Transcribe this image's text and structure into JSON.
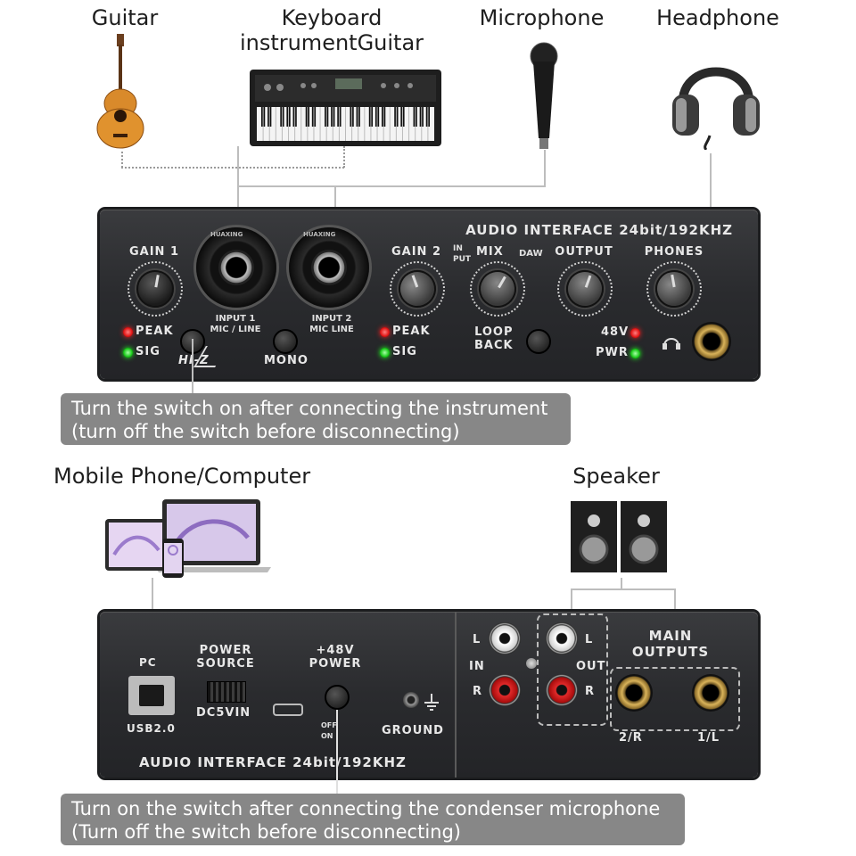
{
  "devices": {
    "guitar": "Guitar",
    "keyboard_line1": "Keyboard",
    "keyboard_line2": "instrumentGuitar",
    "microphone": "Microphone",
    "headphone": "Headphone",
    "mobile_computer": "Mobile Phone/Computer",
    "speaker": "Speaker"
  },
  "front_panel": {
    "brand": "HUAXING",
    "title": "AUDIO INTERFACE 24bit/192KHZ",
    "gain1": "GAIN 1",
    "gain2": "GAIN 2",
    "mix_in": "IN",
    "mix_put": "PUT",
    "mix": "MIX",
    "mix_daw": "DAW",
    "output": "OUTPUT",
    "phones": "PHONES",
    "input1_line1": "INPUT 1",
    "input1_line2": "MIC / LINE",
    "input2_line1": "INPUT 2",
    "input2_line2": "MIC   LINE",
    "peak1": "PEAK",
    "sig1": "SIG",
    "peak2": "PEAK",
    "sig2": "SIG",
    "hiz": "HI-Z",
    "mono": "MONO",
    "loop": "LOOP",
    "back": "BACK",
    "v48": "48V",
    "pwr": "PWR"
  },
  "back_panel": {
    "pc": "PC",
    "usb": "USB2.0",
    "power_source_1": "POWER",
    "power_source_2": "SOURCE",
    "dc5vin": "DC5VIN",
    "p48_1": "+48V",
    "p48_2": "POWER",
    "off": "OFF",
    "on": "ON",
    "ground": "GROUND",
    "title": "AUDIO INTERFACE 24bit/192KHZ",
    "l_in": "L",
    "r_in": "R",
    "in": "IN",
    "l_out": "L",
    "r_out": "R",
    "out": "OUT",
    "main_1": "MAIN",
    "main_2": "OUTPUTS",
    "out_2r": "2/R",
    "out_1l": "1/L"
  },
  "callouts": {
    "hiz_line1": "Turn the switch on after connecting the instrument",
    "hiz_line2": "(turn off the switch before disconnecting)",
    "phantom_line1": "Turn on the switch after connecting the condenser microphone",
    "phantom_line2": "(Turn off the switch before disconnecting)"
  },
  "icons": [
    "guitar-icon",
    "keyboard-icon",
    "microphone-icon",
    "headphone-icon",
    "laptop-icon",
    "tablet-icon",
    "phone-icon",
    "speaker-icon",
    "headphone-jack-icon",
    "usb-port-icon",
    "ground-icon"
  ],
  "colors": {
    "panel": "#2f3033",
    "callout": "#878787",
    "led_red": "#e21515",
    "led_green": "#18c818",
    "jack_gold": "#d9b35a"
  }
}
